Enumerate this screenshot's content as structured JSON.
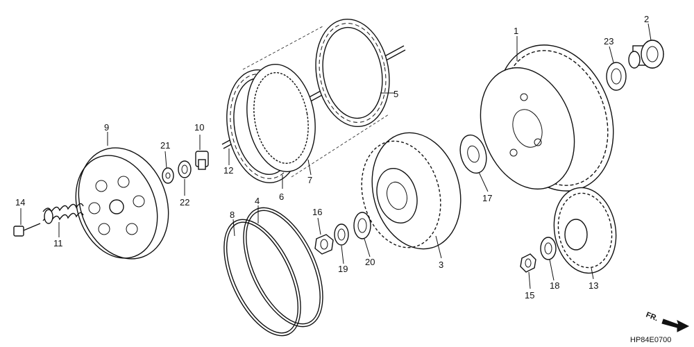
{
  "diagram": {
    "code": "HP84E0700",
    "front_marker": "FR.",
    "callouts": [
      "1",
      "2",
      "3",
      "4",
      "5",
      "6",
      "7",
      "8",
      "9",
      "10",
      "11",
      "12",
      "13",
      "14",
      "15",
      "16",
      "17",
      "18",
      "19",
      "20",
      "21",
      "22",
      "23"
    ]
  }
}
